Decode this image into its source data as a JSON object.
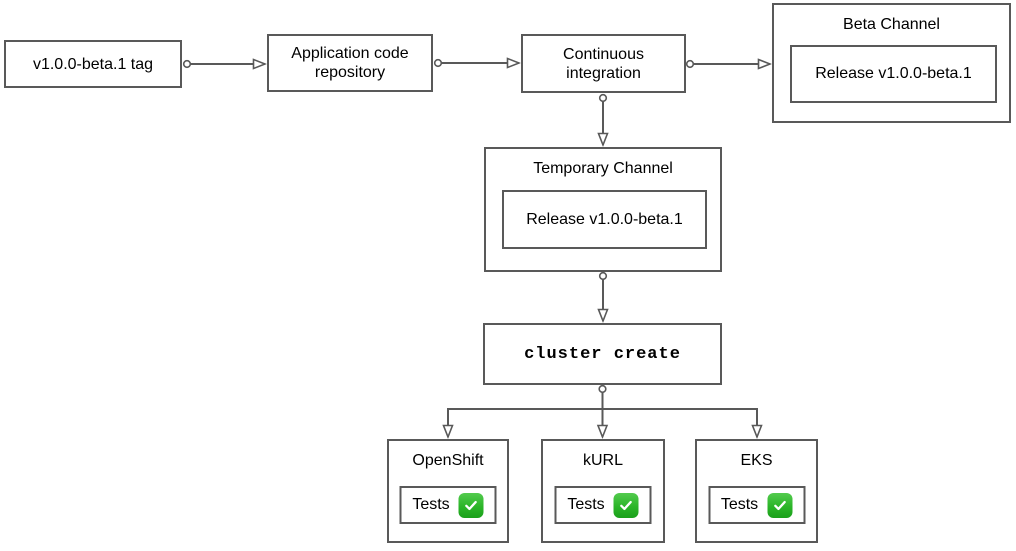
{
  "diagram": {
    "nodes": {
      "tag": {
        "label": "v1.0.0-beta.1 tag"
      },
      "repo": {
        "label": "Application code repository"
      },
      "ci": {
        "label": "Continuous integration"
      },
      "beta_channel": {
        "title": "Beta Channel",
        "release_label": "Release v1.0.0-beta.1"
      },
      "temporary_channel": {
        "title": "Temporary Channel",
        "release_label": "Release v1.0.0-beta.1"
      },
      "cluster_create": {
        "label": "cluster create"
      },
      "clusters": [
        {
          "title": "OpenShift",
          "tests_label": "Tests",
          "status_icon": "check-mark-button"
        },
        {
          "title": "kURL",
          "tests_label": "Tests",
          "status_icon": "check-mark-button"
        },
        {
          "title": "EKS",
          "tests_label": "Tests",
          "status_icon": "check-mark-button"
        }
      ]
    },
    "colors": {
      "stroke": "#595959",
      "text": "#000000",
      "background": "#ffffff",
      "check_green": "#2bb528"
    }
  }
}
